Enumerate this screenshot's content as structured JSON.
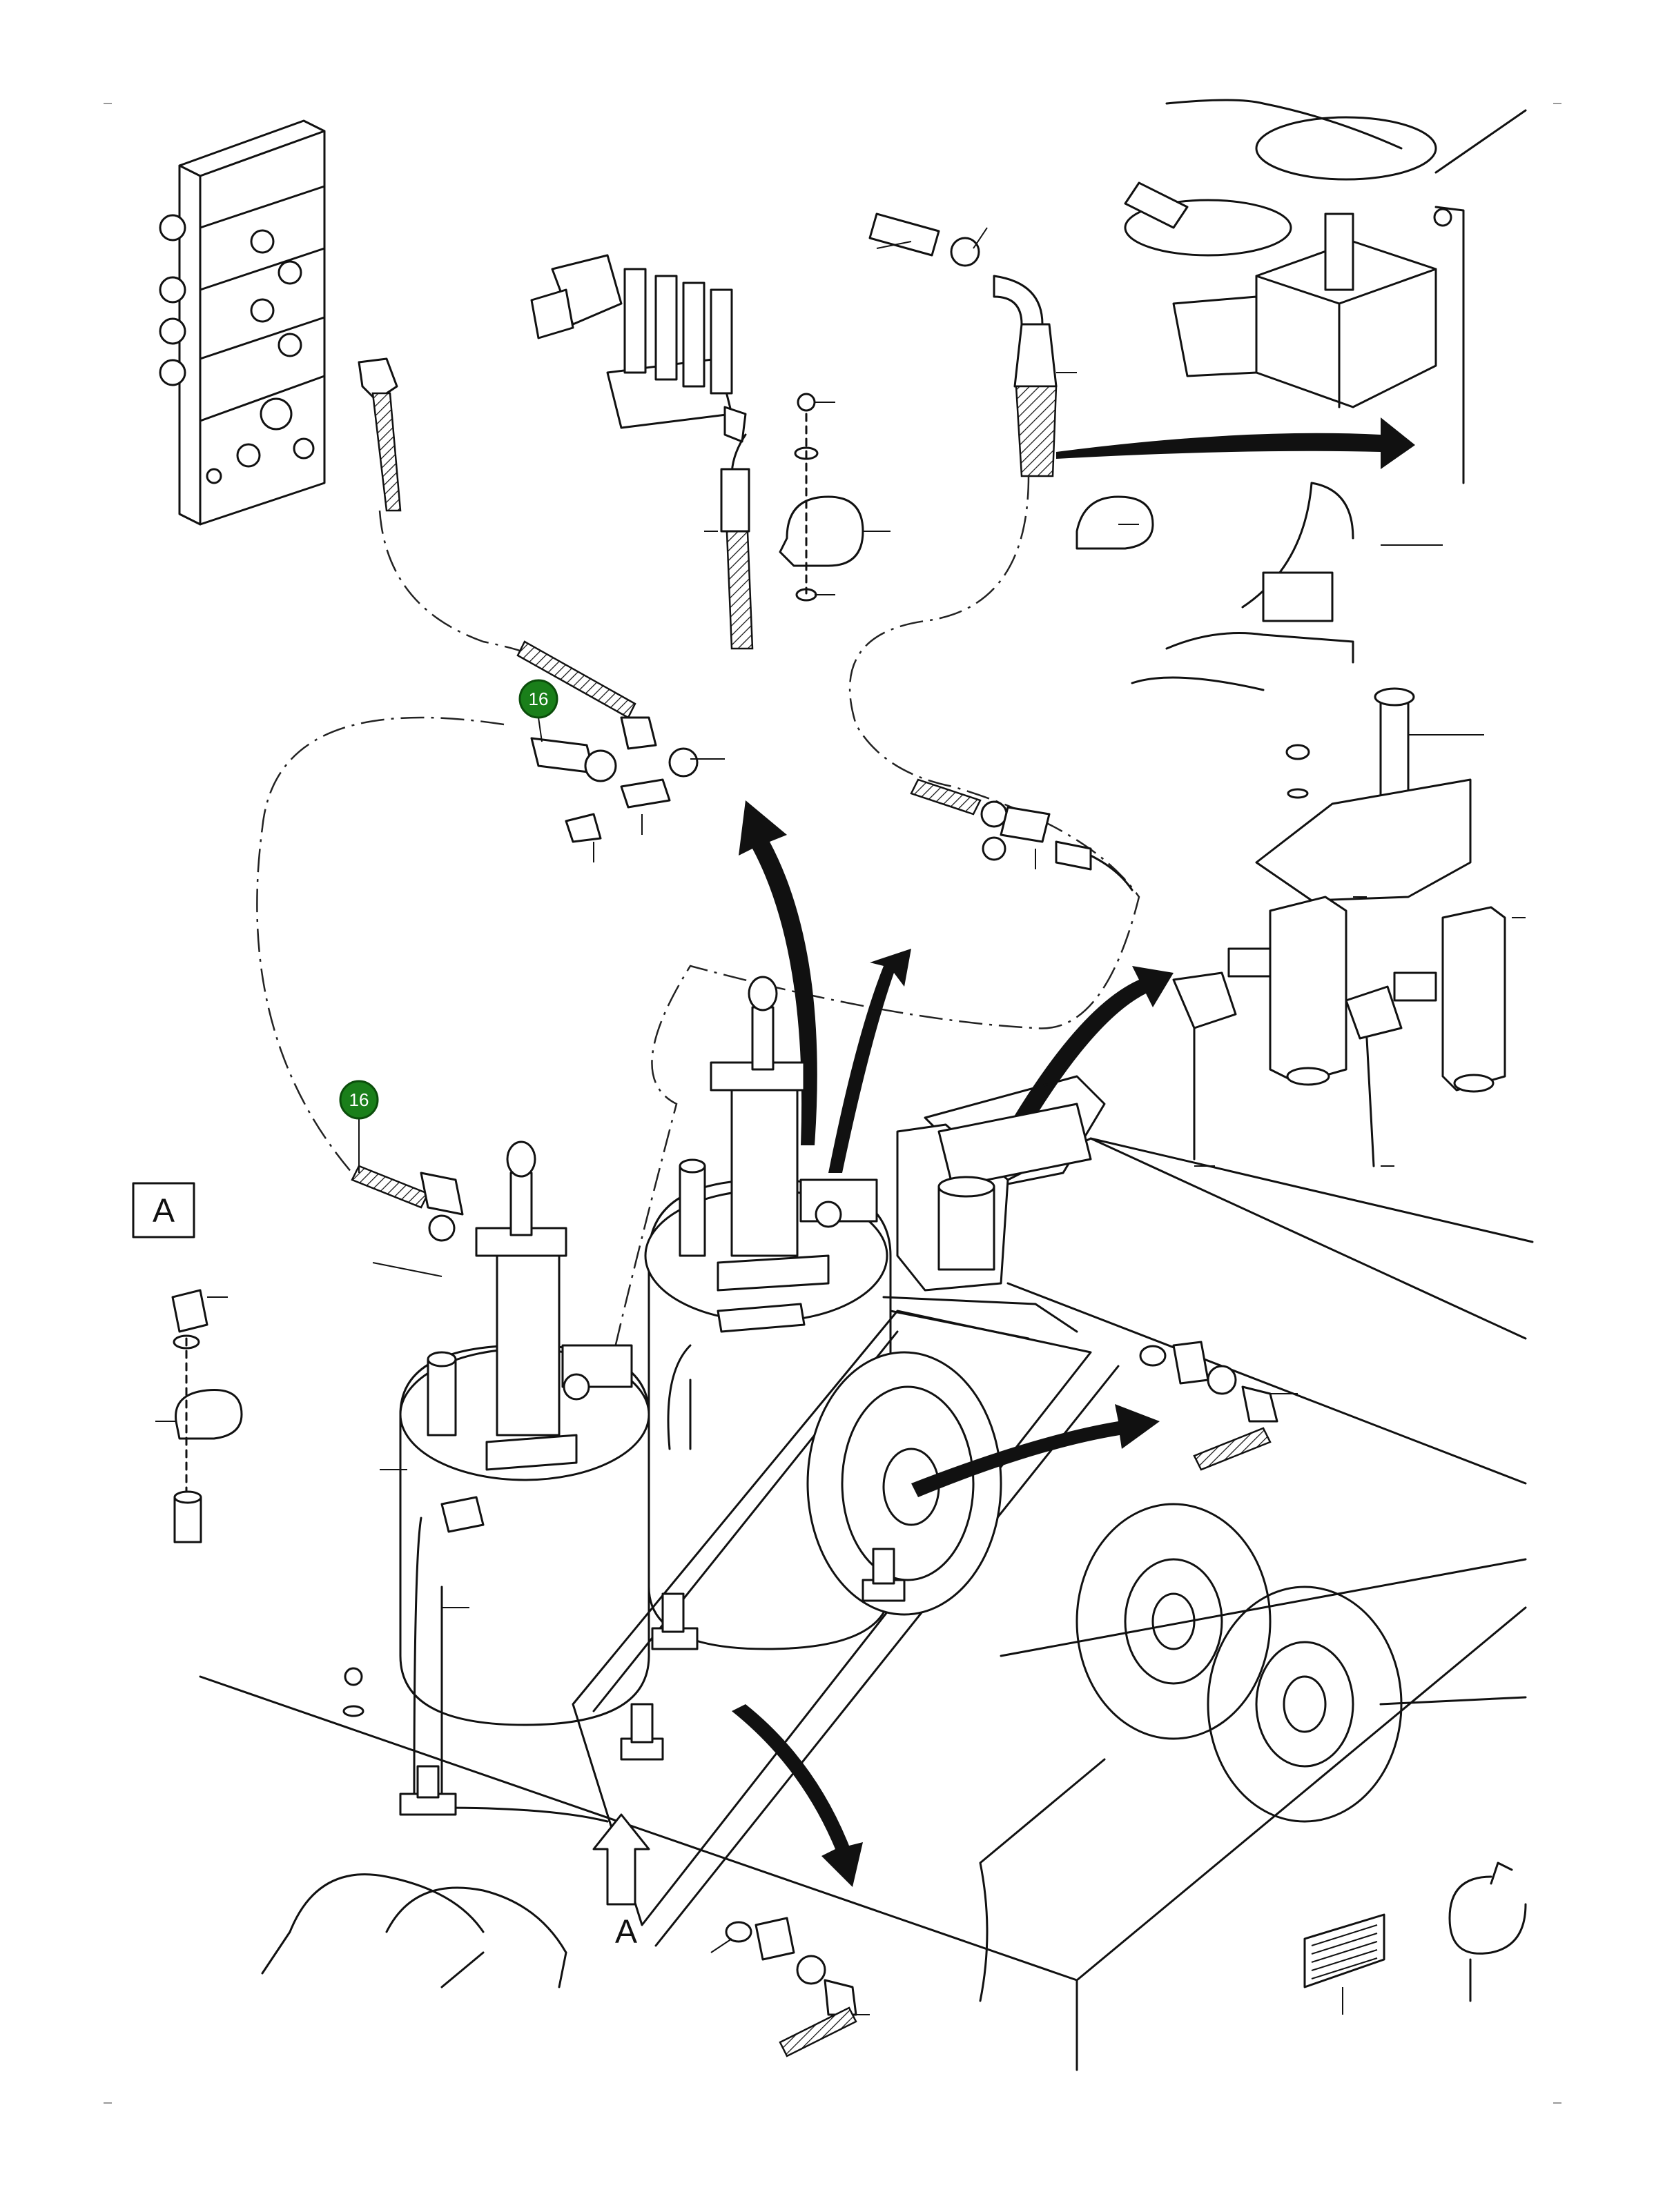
{
  "callouts": [
    {
      "id": "c1",
      "label": "16"
    },
    {
      "id": "c2",
      "label": "16"
    }
  ],
  "view_labels": {
    "detail_box": "A",
    "arrow_label": "A"
  },
  "colors": {
    "callout_fill": "#1a7f1a",
    "line": "#111111",
    "background": "#ffffff"
  },
  "icons": [
    "hose-clamp-icon",
    "label-plate-icon",
    "view-arrow-icon",
    "flow-arrow-icon"
  ]
}
